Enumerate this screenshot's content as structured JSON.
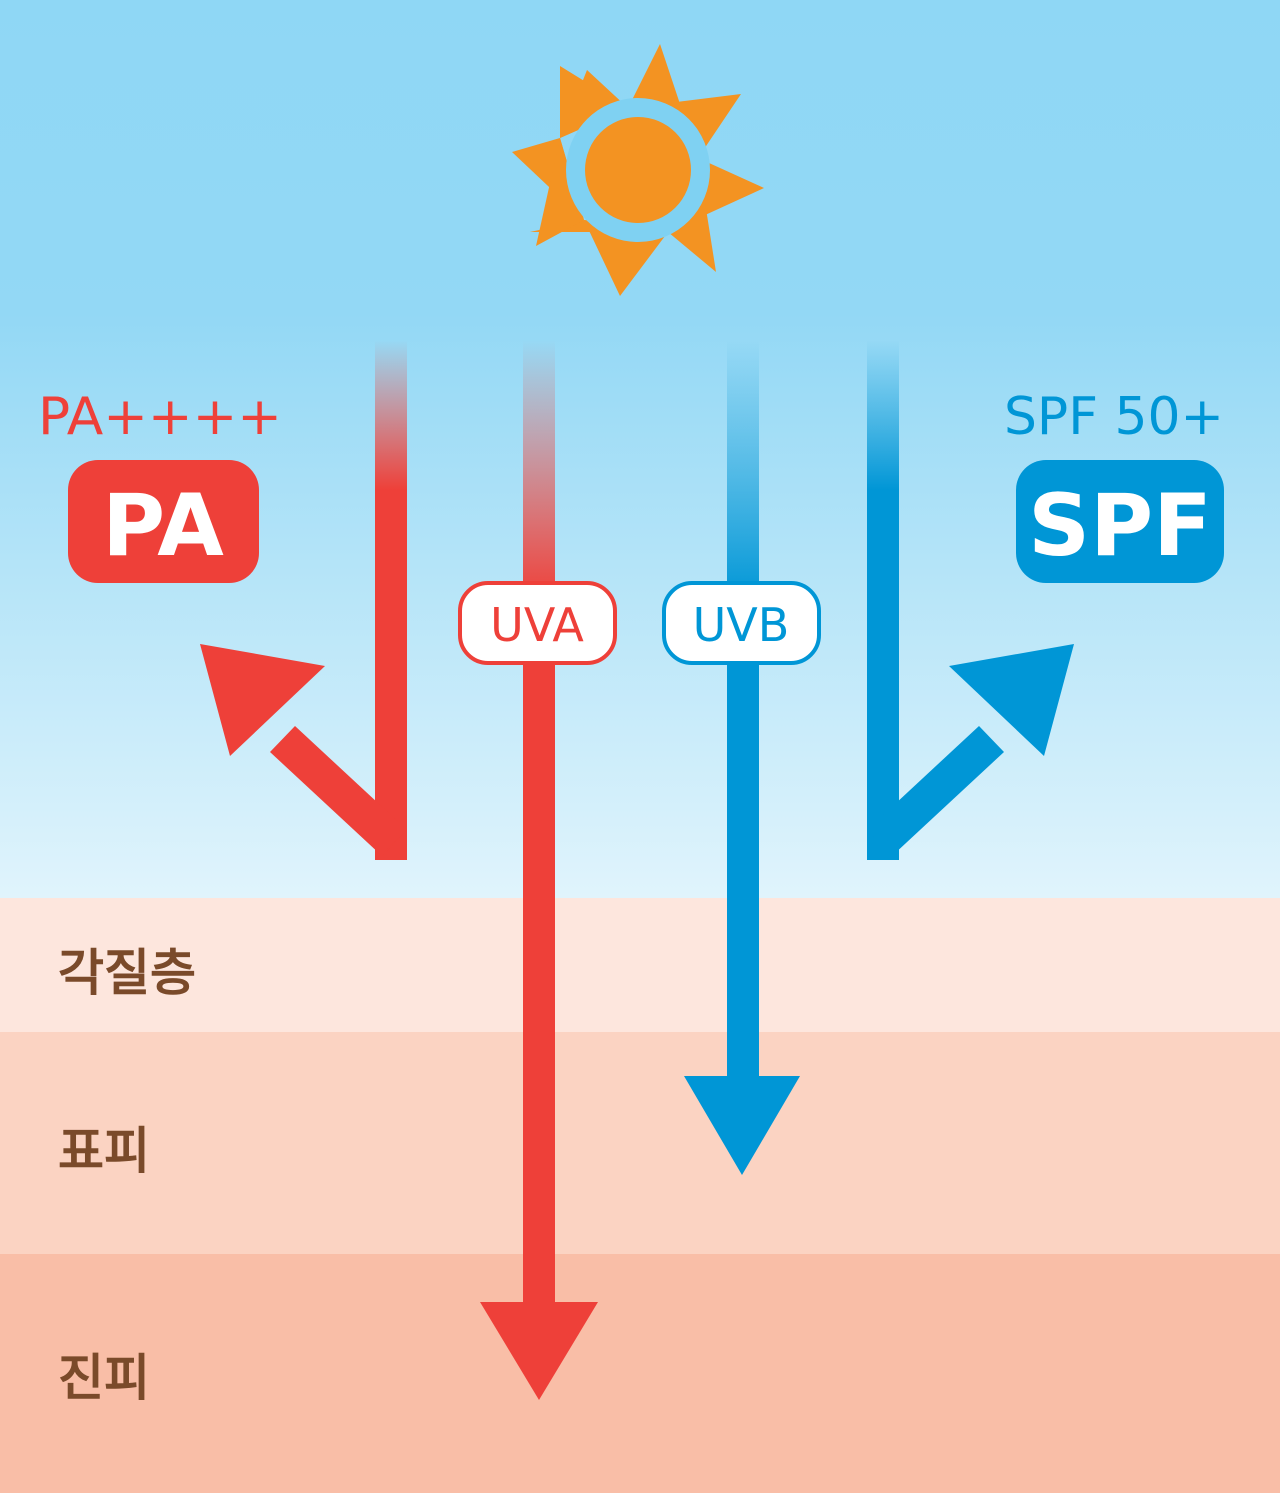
{
  "ratings": {
    "pa": {
      "level": "PA++++",
      "badge": "PA"
    },
    "spf": {
      "level": "SPF 50+",
      "badge": "SPF"
    }
  },
  "rays": {
    "uva": "UVA",
    "uvb": "UVB"
  },
  "skin_layers": [
    {
      "name": "각질층"
    },
    {
      "name": "표피"
    },
    {
      "name": "진피"
    }
  ],
  "colors": {
    "sky_top": "#8fd7f5",
    "sky_bottom": "#e0f4fc",
    "stratum_corneum": "#fde6dd",
    "epidermis": "#fbd3c2",
    "dermis": "#f9bea7",
    "uva_red": "#ee4039",
    "uvb_blue": "#0096d6",
    "sun_core": "#f39322",
    "sun_ring": "#7fd1f2",
    "layer_text": "#7a4a2a"
  },
  "icons": {
    "sun": "sun-icon"
  }
}
